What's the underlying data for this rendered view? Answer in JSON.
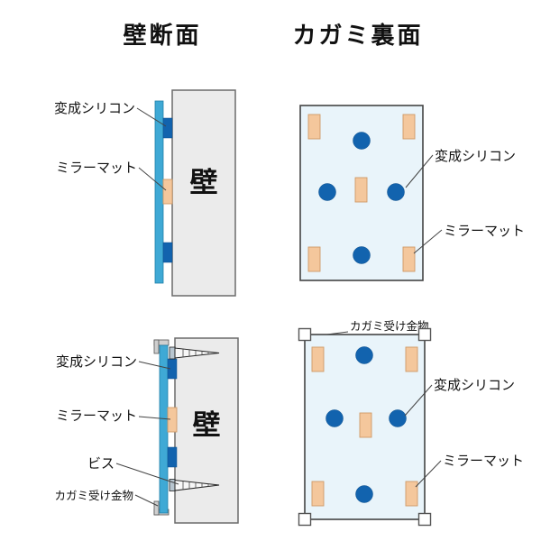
{
  "headers": {
    "left": "壁断面",
    "right": "カガミ裏面"
  },
  "diagrams": {
    "top_left": {
      "labels": {
        "silicone": "変成シリコン",
        "mat": "ミラーマット",
        "wall": "壁"
      }
    },
    "top_right": {
      "labels": {
        "silicone": "変成シリコン",
        "mat": "ミラーマット"
      }
    },
    "bottom_left": {
      "labels": {
        "silicone": "変成シリコン",
        "mat": "ミラーマット",
        "screw": "ビス",
        "bracket": "カガミ受け金物",
        "wall": "壁"
      }
    },
    "bottom_right": {
      "labels": {
        "bracket": "カガミ受け金物",
        "silicone": "変成シリコン",
        "mat": "ミラーマット"
      }
    }
  },
  "colors": {
    "title_gray": "#b5b5b5",
    "wall_fill": "#ebebeb",
    "mirror_glass": "#3fa9d5",
    "silicone_blue": "#1263ae",
    "mat_peach": "#f4c79c",
    "mirror_back_fill": "#e9f4fa",
    "hardware_white": "#ffffff",
    "bracket_gray": "#cfcfcf"
  }
}
